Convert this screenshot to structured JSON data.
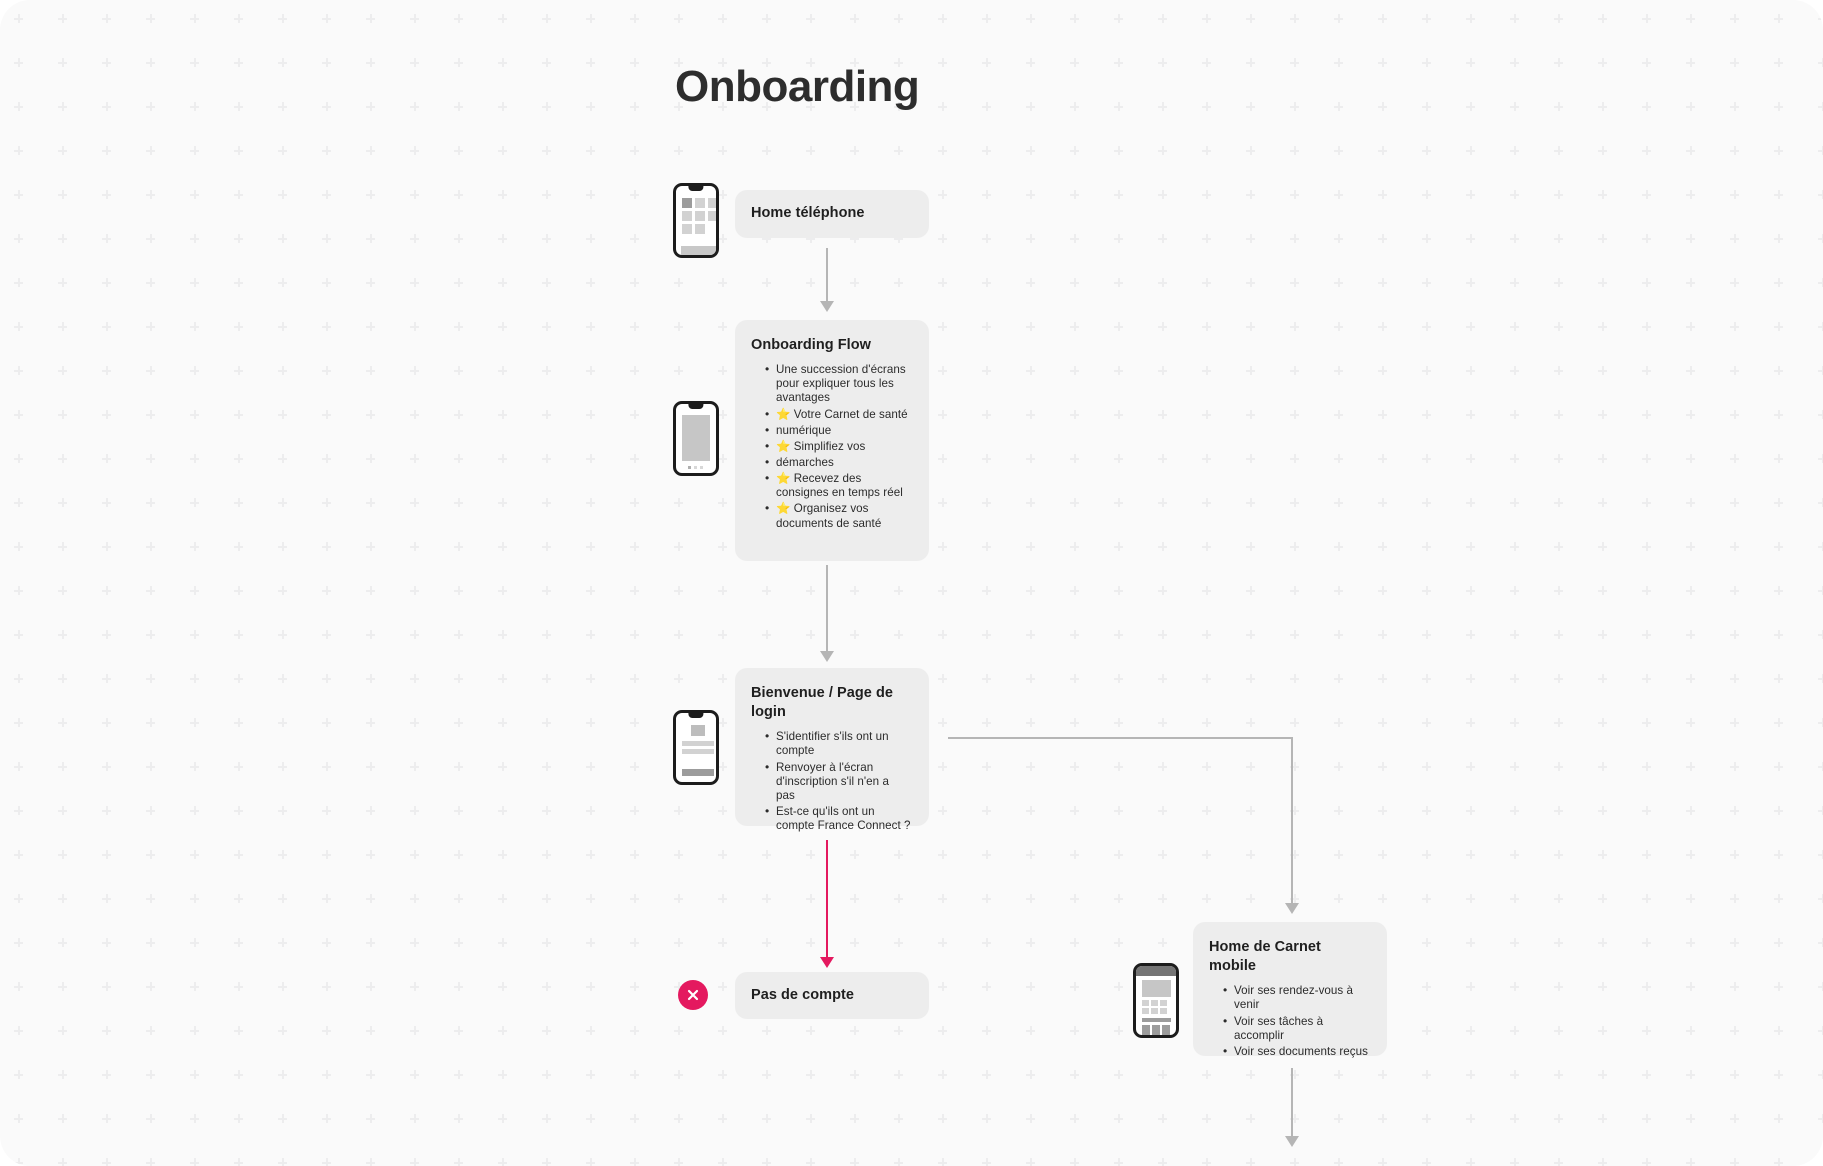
{
  "page": {
    "title": "Onboarding",
    "background_color": "#fafafa",
    "grid_color": "#ededee",
    "card_color": "#ededed",
    "connector_color": "#b5b5b5",
    "accent_color": "#e4195f"
  },
  "nodes": [
    {
      "id": "home-telephone",
      "title": "Home téléphone",
      "bullets": [],
      "thumbnail": "phone-home-grid"
    },
    {
      "id": "onboarding-flow",
      "title": "Onboarding Flow",
      "bullets": [
        "Une succession d'écrans pour expliquer tous les avantages",
        "⭐ Votre Carnet de santé",
        "numérique",
        "⭐ Simplifiez vos",
        "démarches",
        "⭐ Recevez des consignes en temps réel",
        "⭐ Organisez vos documents de santé"
      ],
      "thumbnail": "phone-onboarding-slide"
    },
    {
      "id": "bienvenue-login",
      "title": "Bienvenue / Page de login",
      "bullets": [
        "S'identifier s'ils ont un compte",
        "Renvoyer à l'écran d'inscription s'il n'en a pas",
        "Est-ce qu'ils ont un compte France Connect ?"
      ],
      "thumbnail": "phone-login-form"
    },
    {
      "id": "pas-de-compte",
      "title": "Pas de compte",
      "bullets": [],
      "thumbnail": "error-badge",
      "badge": "error-x"
    },
    {
      "id": "home-carnet-mobile",
      "title": "Home de Carnet mobile",
      "bullets": [
        "Voir ses rendez-vous à venir",
        "Voir ses tâches à accomplir",
        "Voir ses documents reçus"
      ],
      "thumbnail": "phone-carnet-dashboard"
    }
  ],
  "connectors": [
    {
      "id": "home-to-onboarding",
      "from": "home-telephone",
      "to": "onboarding-flow",
      "color": "#b5b5b5",
      "kind": "straight-down"
    },
    {
      "id": "onboarding-to-login",
      "from": "onboarding-flow",
      "to": "bienvenue-login",
      "color": "#b5b5b5",
      "kind": "straight-down"
    },
    {
      "id": "login-to-pas-de-compte",
      "from": "bienvenue-login",
      "to": "pas-de-compte",
      "color": "#e4195f",
      "kind": "straight-down"
    },
    {
      "id": "login-to-carnet",
      "from": "bienvenue-login",
      "to": "home-carnet-mobile",
      "color": "#b5b5b5",
      "kind": "elbow-right-down"
    },
    {
      "id": "carnet-to-next",
      "from": "home-carnet-mobile",
      "to": "",
      "color": "#b5b5b5",
      "kind": "straight-down"
    }
  ]
}
